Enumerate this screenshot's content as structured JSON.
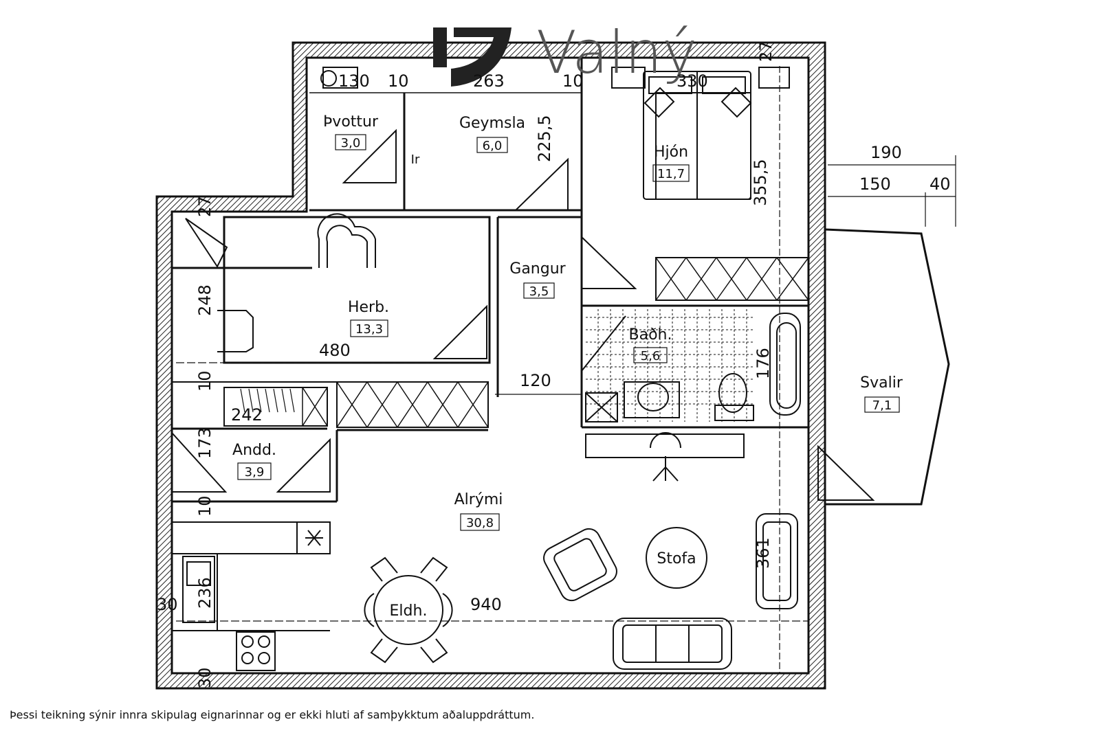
{
  "logo": {
    "text": "Valný"
  },
  "rooms": [
    {
      "id": "thvottur",
      "name": "Þvottur",
      "area": "3,0"
    },
    {
      "id": "geymsla",
      "name": "Geymsla",
      "area": "6,0"
    },
    {
      "id": "hjon",
      "name": "Hjón",
      "area": "11,7"
    },
    {
      "id": "herb",
      "name": "Herb.",
      "area": "13,3"
    },
    {
      "id": "gangur",
      "name": "Gangur",
      "area": "3,5"
    },
    {
      "id": "badh",
      "name": "Baðh.",
      "area": "5,6"
    },
    {
      "id": "svalir",
      "name": "Svalir",
      "area": "7,1"
    },
    {
      "id": "andd",
      "name": "Andd.",
      "area": "3,9"
    },
    {
      "id": "alrymi",
      "name": "Alrými",
      "area": "30,8"
    }
  ],
  "labels": {
    "stofa": "Stofa",
    "eldh": "Eldh.",
    "ir": "Ir"
  },
  "dimensions": {
    "d130": "130",
    "d10a": "10",
    "d263": "263",
    "d10b": "10",
    "d330": "330",
    "d2255": "225,5",
    "d3555": "355,5",
    "d190": "190",
    "d150": "150",
    "d40": "40",
    "d248": "248",
    "d480": "480",
    "d120": "120",
    "d176": "176",
    "d10c": "10",
    "d242": "242",
    "d173": "173",
    "d10d": "10",
    "d361": "361",
    "d236": "236",
    "d30a": "30",
    "d940": "940",
    "d30b": "30",
    "d27a": "27",
    "d27b": "27"
  },
  "disclaimer": "Þessi teikning sýnir innra skipulag eignarinnar og er ekki hluti af samþykktum aðaluppdráttum."
}
